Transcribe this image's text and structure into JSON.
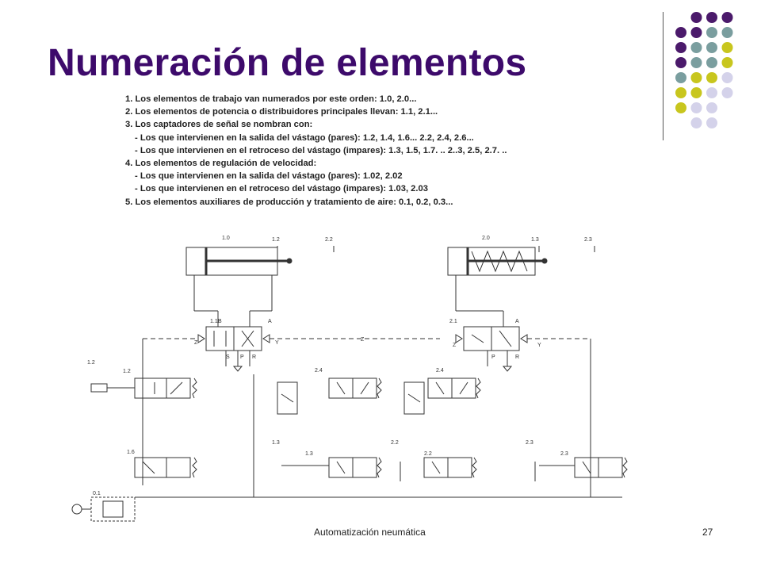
{
  "slide": {
    "title": "Numeración de elementos",
    "rules": [
      {
        "text": "1. Los elementos de trabajo van numerados por este orden: 1.0,   2.0...",
        "indent": false
      },
      {
        "text": "2. Los elementos de potencia o distribuidores principales llevan: 1.1,   2.1...",
        "indent": false
      },
      {
        "text": "3. Los captadores de señal se nombran con:",
        "indent": false
      },
      {
        "text": "- Los que intervienen en la salida del vástago (pares): 1.2, 1.4, 1.6...    2.2, 2.4, 2.6...",
        "indent": true
      },
      {
        "text": "- Los que intervienen en el retroceso del vástago (impares): 1.3, 1.5, 1.7. ..    2..3, 2.5, 2.7. ..",
        "indent": true
      },
      {
        "text": "4. Los elementos de regulación de velocidad:",
        "indent": false
      },
      {
        "text": "- Los que intervienen en la salida del vástago (pares): 1.02,     2.02",
        "indent": true
      },
      {
        "text": "- Los que intervienen en el retroceso del vástago (impares): 1.03,     2.03",
        "indent": true
      },
      {
        "text": "5. Los elementos auxiliares de producción y tratamiento de aire: 0.1, 0.2, 0.3...",
        "indent": false
      }
    ],
    "footer_title": "Automatización neumática",
    "page_number": "27"
  },
  "decor": {
    "dot_colors": {
      "purple": "#4b1a6b",
      "teal": "#7a9e9f",
      "lime": "#c8c61e",
      "lavender": "#d4d2ea"
    }
  },
  "diagram": {
    "labels": {
      "cyl1": "1.0",
      "cyl1_sensor": "1.2",
      "cyl1_sensor2": "2.2",
      "cyl2": "2.0",
      "cyl2_sensor": "1.3",
      "cyl2_sensor2": "2.3",
      "v11": "1.1",
      "v21": "2.1",
      "A": "A",
      "B": "B",
      "Z": "Z",
      "Y": "Y",
      "S": "S",
      "P": "P",
      "R": "R",
      "v12_left": "1.2",
      "v12": "1.2",
      "v24a": "2.4",
      "v24b": "2.4",
      "v13_left": "1.3",
      "v13": "1.3",
      "v22_left": "2.2",
      "v22": "2.2",
      "v23_left": "2.3",
      "v23": "2.3",
      "v16": "1.6",
      "v01": "0.1"
    }
  }
}
